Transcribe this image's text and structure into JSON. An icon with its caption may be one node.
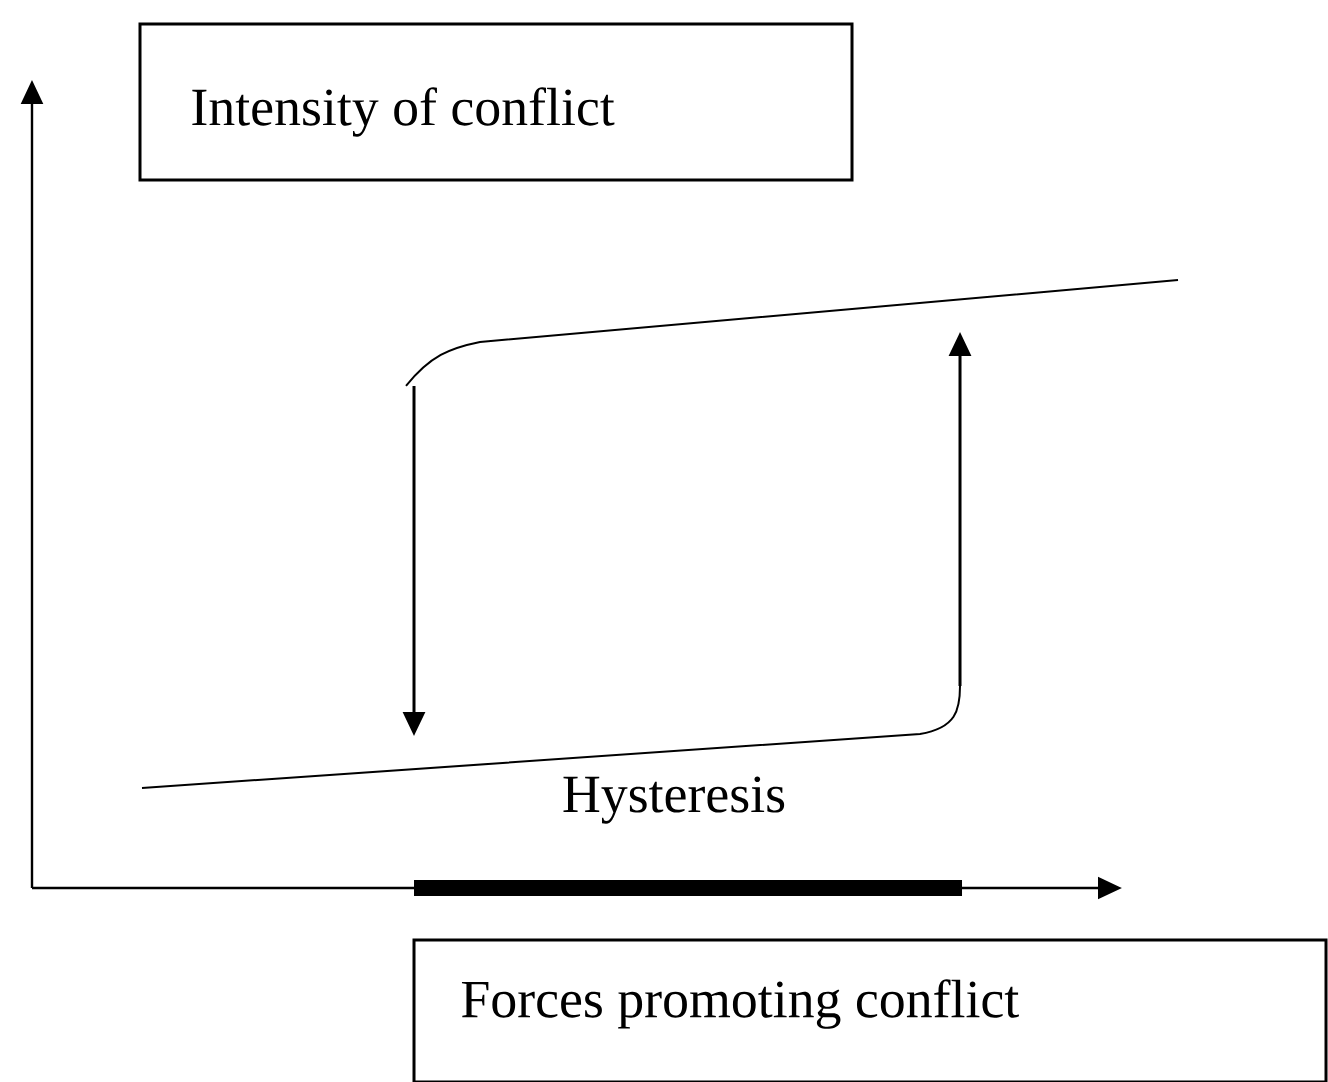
{
  "diagram": {
    "nodes": [
      {
        "text": [
          "Intensity of conflict"
        ]
      },
      {
        "text": [
          "Forces promoting conflict"
        ]
      }
    ],
    "labels": [
      "Hysteresis"
    ]
  }
}
